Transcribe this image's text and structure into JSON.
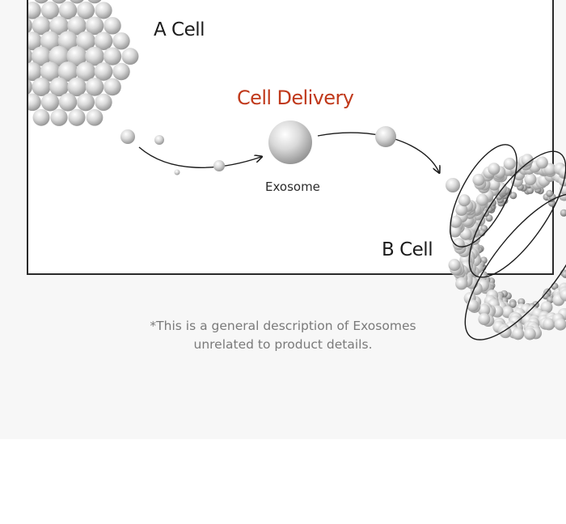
{
  "diagram": {
    "source_label": "A Cell",
    "target_label": "B Cell",
    "title": "Cell Delivery",
    "vesicle_label": "Exosome",
    "colors": {
      "title": "#c0391b",
      "line": "#1a1a1a",
      "sphere": "#bcbcbc"
    }
  },
  "note": {
    "line1": "*This is a general description of Exosomes",
    "line2": "unrelated to product details."
  }
}
